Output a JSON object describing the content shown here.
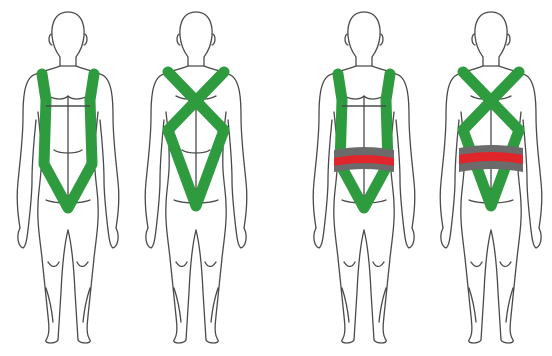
{
  "colors": {
    "background": "#ffffff",
    "outline": "#4a4a4a",
    "strap": "#2e9b3e",
    "belt": "#e0262b",
    "belt_pad": "#6b6b6b"
  },
  "figures": [
    {
      "id": "figure-1",
      "harness": "front-straps",
      "belt": false
    },
    {
      "id": "figure-2",
      "harness": "x-back",
      "belt": false
    },
    {
      "id": "figure-3",
      "harness": "front-straps",
      "belt": true
    },
    {
      "id": "figure-4",
      "harness": "x-back",
      "belt": true
    }
  ]
}
